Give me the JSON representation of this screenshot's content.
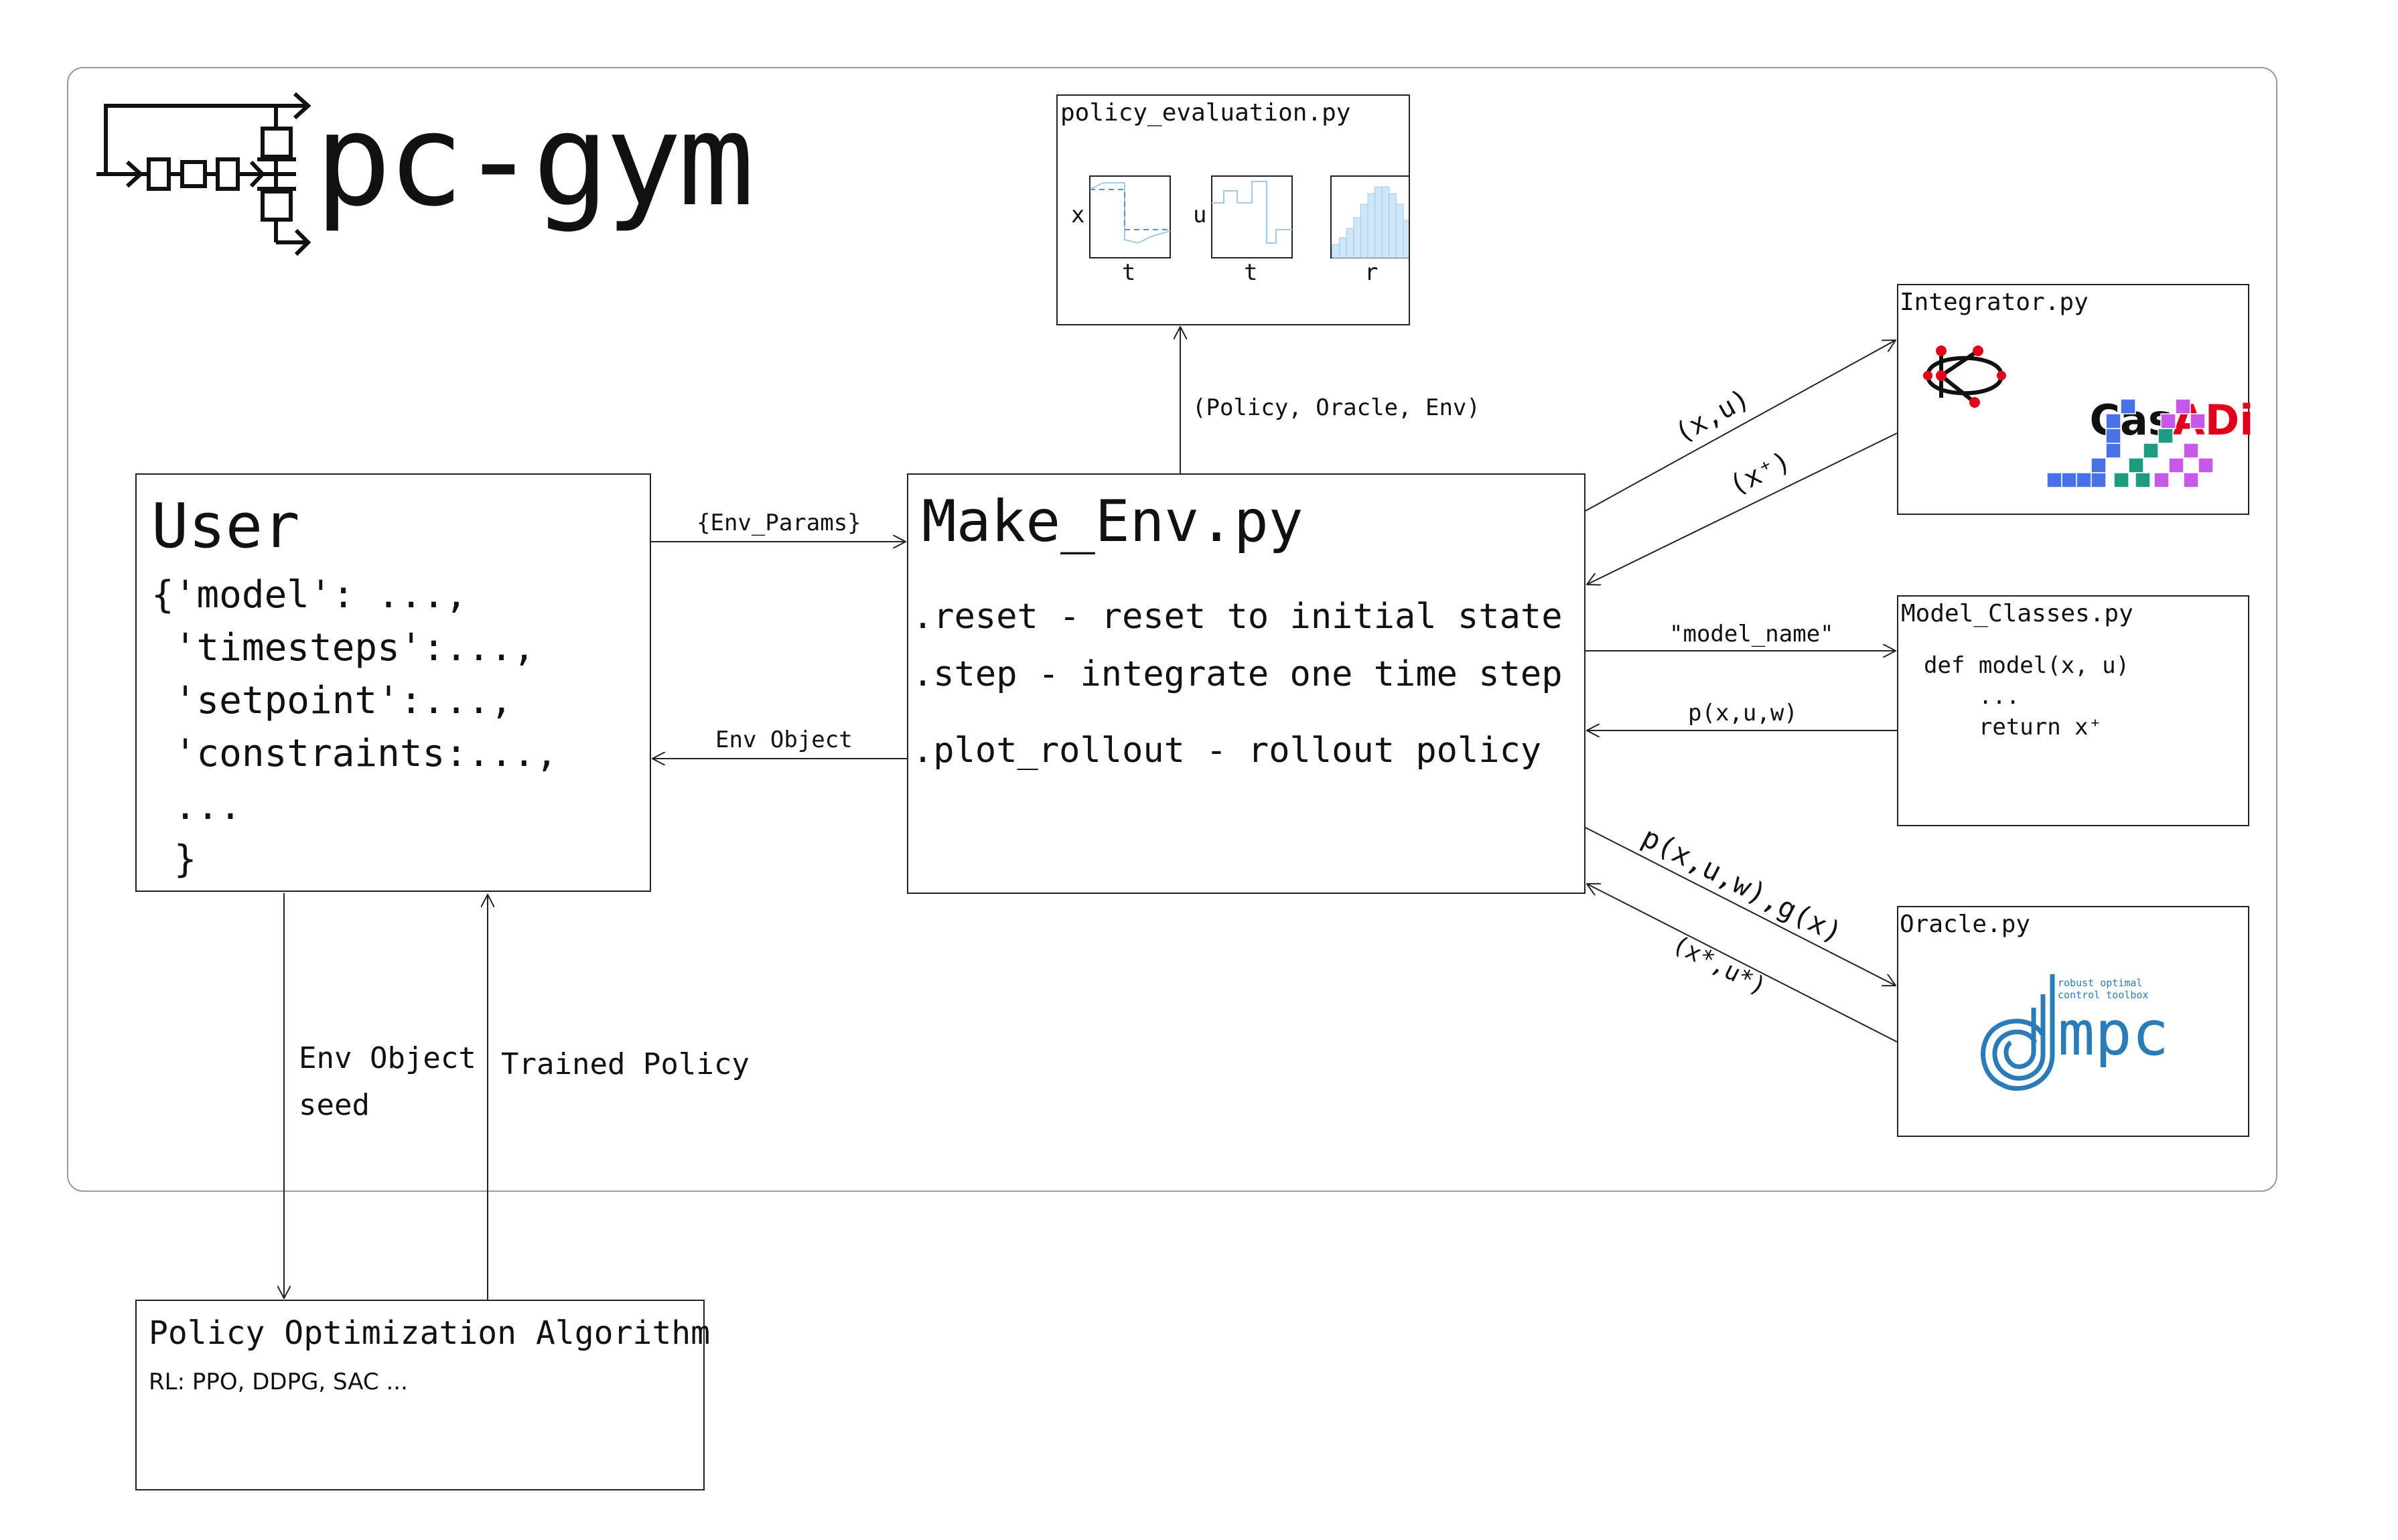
{
  "logo": {
    "text": "pc-gym",
    "icon": "valve-loop-icon"
  },
  "user": {
    "title": "User",
    "lines": [
      "{'model': ...,",
      " 'timesteps':...,",
      " 'setpoint':...,",
      " 'constraints:...,",
      " ...",
      " }"
    ]
  },
  "make_env": {
    "title": "Make_Env.py",
    "methods": [
      ".reset - reset to initial state",
      ".step - integrate one time step",
      ".plot_rollout - rollout policy"
    ]
  },
  "policy_eval": {
    "title": "policy_evaluation.py",
    "plots": [
      {
        "ylabel": "x",
        "xlabel": "t"
      },
      {
        "ylabel": "u",
        "xlabel": "t"
      },
      {
        "ylabel": "",
        "xlabel": "r"
      }
    ]
  },
  "integrator": {
    "title": "Integrator.py",
    "casadi_text_a": "Cas",
    "casadi_text_b": "ADi",
    "jax_icon": "jax-logo-icon"
  },
  "model_classes": {
    "title": "Model_Classes.py",
    "code": [
      "def model(x, u)",
      "    ...",
      "    return x⁺"
    ]
  },
  "oracle": {
    "title": "Oracle.py",
    "rockit_line1": "robust optimal",
    "rockit_line2": "control toolbox",
    "dmpc_text": "mpc"
  },
  "poa": {
    "title": "Policy Optimization Algorithm",
    "subtitle": "RL: PPO, DDPG, SAC ..."
  },
  "edges": {
    "env_params": "{Env_Params}",
    "env_object": "Env Object",
    "policy_oracle_env": "(Policy, Oracle, Env)",
    "xu": "(x,u)",
    "xplus": "(x⁺)",
    "model_name": "\"model_name\"",
    "pxuw": "p(x,u,w)",
    "pxuw_gx": "p(x,u,w),g(x)",
    "xstar_ustar": "(x*,u*)",
    "env_object_seed_1": "Env Object",
    "env_object_seed_2": "seed",
    "trained_policy": "Trained Policy"
  },
  "colors": {
    "casadi_red": "#e3001b",
    "rockit_blue": "#2b7bb9",
    "jax_blue": "#4a72e8",
    "jax_green": "#1f9c7f",
    "jax_purple": "#c659e8"
  }
}
